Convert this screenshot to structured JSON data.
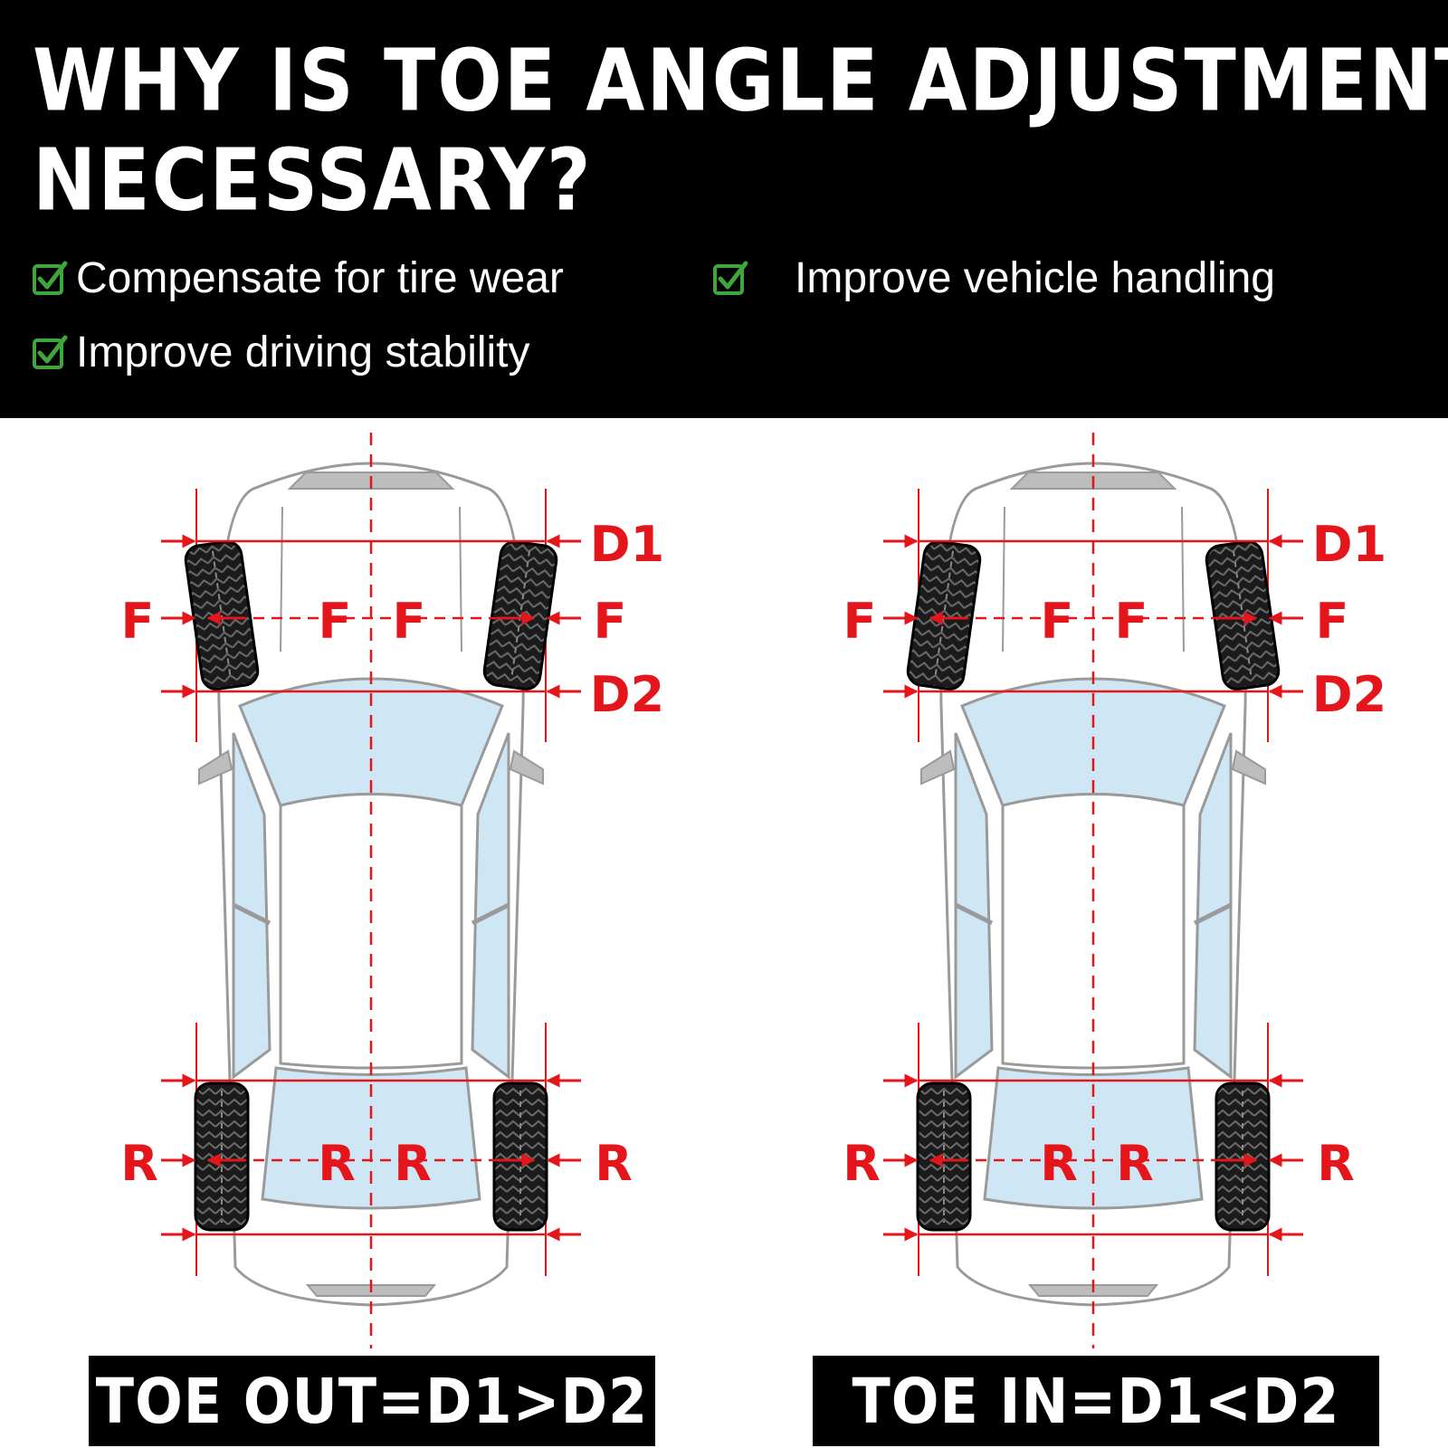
{
  "title": {
    "line1": "WHY IS TOE ANGLE ADJUSTMENT",
    "line2": "NECESSARY?"
  },
  "benefits": [
    {
      "icon": "checkbox-check-icon",
      "text": "Compensate for tire wear"
    },
    {
      "icon": "checkbox-check-icon",
      "text": "Improve vehicle handling"
    },
    {
      "icon": "checkbox-check-icon",
      "text": "Improve driving stability"
    }
  ],
  "diagram_labels": {
    "d1": "D1",
    "d2": "D2",
    "f": "F",
    "r": "R"
  },
  "captions": {
    "toe_out": "TOE OUT=D1>D2",
    "toe_in": "TOE IN=D1<D2"
  },
  "colors": {
    "header_bg": "#000000",
    "accent_red": "#e4161b",
    "check_green": "#3ea63a",
    "glass_blue": "#cfe6f5",
    "body_line": "#9a9a9a"
  },
  "cars": [
    {
      "variant": "toe-out",
      "caption_key": "toe_out"
    },
    {
      "variant": "toe-in",
      "caption_key": "toe_in"
    }
  ]
}
